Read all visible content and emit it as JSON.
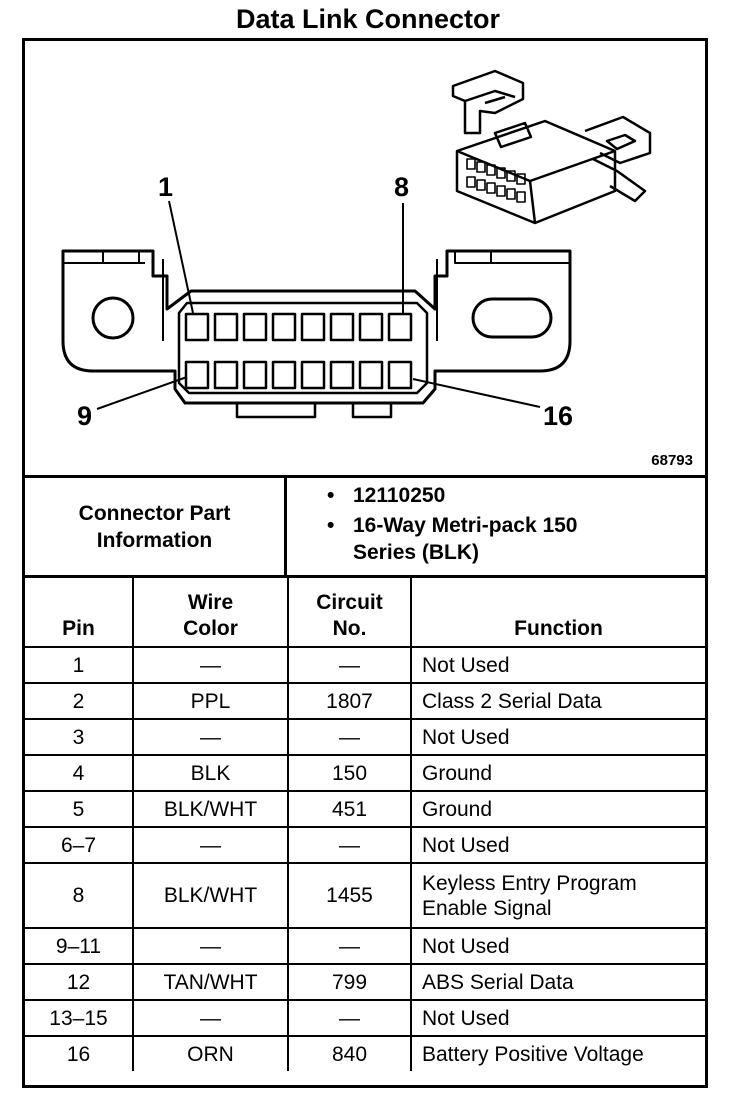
{
  "title": "Data Link Connector",
  "diagram": {
    "pin_labels": {
      "top_left": "1",
      "top_right": "8",
      "bottom_left": "9",
      "bottom_right": "16"
    },
    "figure_number": "68793"
  },
  "part_info": {
    "label": "Connector Part Information",
    "items": [
      "12110250",
      "16-Way Metri-pack 150 Series (BLK)"
    ]
  },
  "table": {
    "headers": {
      "pin": "Pin",
      "wire_color": "Wire Color",
      "circuit_no": "Circuit No.",
      "function": "Function"
    },
    "rows": [
      {
        "pin": "1",
        "wire_color": "—",
        "circuit": "—",
        "function": "Not Used"
      },
      {
        "pin": "2",
        "wire_color": "PPL",
        "circuit": "1807",
        "function": "Class 2 Serial Data"
      },
      {
        "pin": "3",
        "wire_color": "—",
        "circuit": "—",
        "function": "Not Used"
      },
      {
        "pin": "4",
        "wire_color": "BLK",
        "circuit": "150",
        "function": "Ground"
      },
      {
        "pin": "5",
        "wire_color": "BLK/WHT",
        "circuit": "451",
        "function": "Ground"
      },
      {
        "pin": "6–7",
        "wire_color": "—",
        "circuit": "—",
        "function": "Not Used"
      },
      {
        "pin": "8",
        "wire_color": "BLK/WHT",
        "circuit": "1455",
        "function": "Keyless Entry Program Enable Signal"
      },
      {
        "pin": "9–11",
        "wire_color": "—",
        "circuit": "—",
        "function": "Not Used"
      },
      {
        "pin": "12",
        "wire_color": "TAN/WHT",
        "circuit": "799",
        "function": "ABS Serial Data"
      },
      {
        "pin": "13–15",
        "wire_color": "—",
        "circuit": "—",
        "function": "Not Used"
      },
      {
        "pin": "16",
        "wire_color": "ORN",
        "circuit": "840",
        "function": "Battery Positive Voltage"
      }
    ]
  }
}
